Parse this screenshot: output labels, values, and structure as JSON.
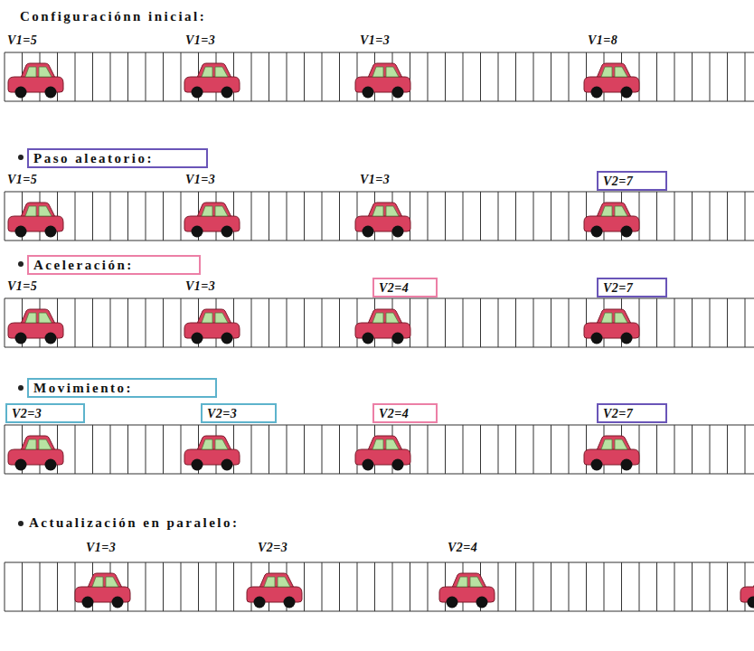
{
  "diagram": {
    "nodes": [
      {
        "text": [
          "Paso aleatorio:"
        ]
      },
      {
        "text": [
          "V2=7"
        ]
      },
      {
        "text": [
          "Aceleración:"
        ]
      },
      {
        "text": [
          "V2=4"
        ]
      },
      {
        "text": [
          "V2=7"
        ]
      },
      {
        "text": [
          "Movimiento:"
        ]
      },
      {
        "text": [
          "V2=3"
        ]
      },
      {
        "text": [
          "V2=3"
        ]
      },
      {
        "text": [
          "V2=4"
        ]
      },
      {
        "text": [
          "V2=7"
        ]
      }
    ],
    "labels": [
      "Configuraciónn inicial:",
      "V1=5",
      "V1=3",
      "V1=3",
      "V1=8",
      "V1=5",
      "V1=3",
      "V1=3",
      "V1=5",
      "V1=3",
      "Actualización en paralelo:",
      "V1=3",
      "V2=3",
      "V2=4"
    ]
  }
}
